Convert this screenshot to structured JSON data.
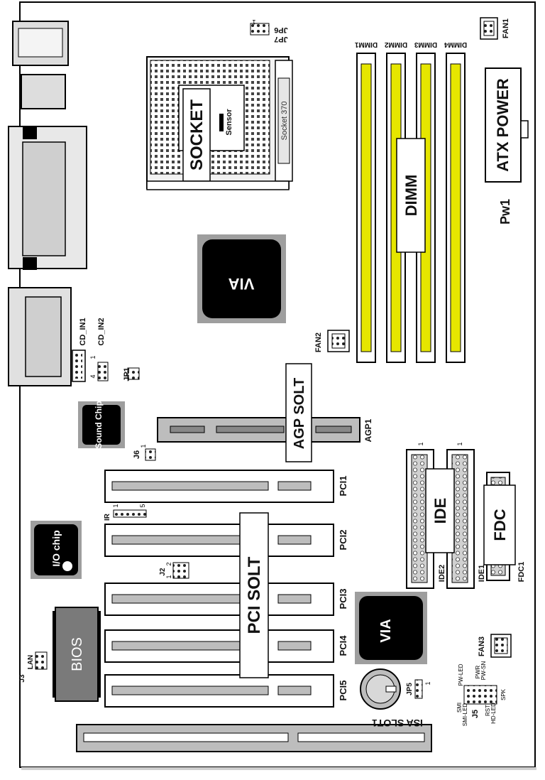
{
  "board": {
    "colors": {
      "outline": "#000000",
      "slot_gray": "#bdbdbd",
      "dimm_yellow": "#e6e600",
      "chip_black": "#000000",
      "label_white": "#ffffff"
    }
  },
  "labels": {
    "socket": "SOCKET",
    "sensor": "Sensor",
    "socket370": "Socket 370",
    "dimm": "DIMM",
    "atx_power": "ATX POWER",
    "pw1": "Pw1",
    "fan1": "FAN1",
    "fan2": "FAN2",
    "fan3": "FAN3",
    "dimm1": "DIMM1",
    "dimm2": "DIMM2",
    "dimm3": "DIMM3",
    "dimm4": "DIMM4",
    "jp6": "JP6",
    "jp7": "JP7",
    "jp6_pin": "1",
    "via_north": "VIA",
    "via_south": "VIA",
    "cd_in1": "CD_IN1",
    "cd_in2": "CD_IN2",
    "cd_pin4": "4",
    "cd_pin1": "1",
    "jp1": "JP1",
    "sound_chip": "Sound Chip",
    "agp_solt": "AGP SOLT",
    "agp1": "AGP1",
    "j6": "J6",
    "j6_pin": "1",
    "pci1": "PCI1",
    "pci2": "PCI2",
    "pci3": "PCI3",
    "pci4": "PCI4",
    "pci5": "PCI5",
    "pci_solt": "PCI SOLT",
    "ir": "IR",
    "ir_pin1": "1",
    "ir_pin5": "5",
    "io_chip": "I/O chip",
    "j2": "J2",
    "j2_pin1": "1",
    "j2_pin2": "2",
    "bios": "BIOS",
    "lan": "LAN",
    "j3": "J3",
    "ide": "IDE",
    "ide1": "IDE1",
    "ide2": "IDE2",
    "ide_pin1": "1",
    "ide_pin1b": "1",
    "fdc": "FDC",
    "fdc1": "FDC1",
    "jp5": "JP5",
    "jp5_pin": "1",
    "isa_slot1": "ISA SLOT1",
    "j5": "J5",
    "smi": "SMI",
    "smi_led": "SMI-LED",
    "pw_led": "PW-LED",
    "pwr": "PWR",
    "pw_sn": "PW-SN",
    "rst": "RST",
    "hd_led": "HD-LED",
    "spk": "SPK"
  }
}
